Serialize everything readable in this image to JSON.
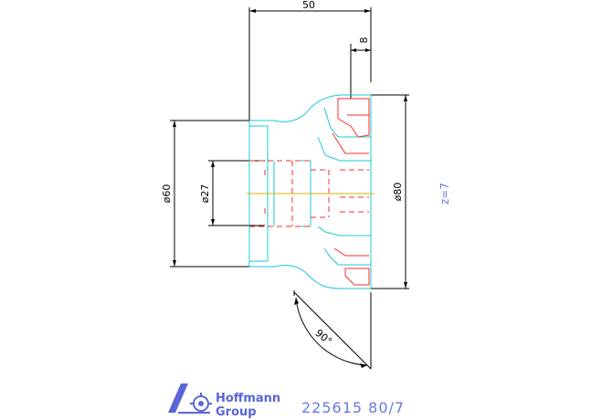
{
  "dimensions": {
    "overall_length": "50",
    "flange_width": "8",
    "diameter_60": "ø60",
    "diameter_27": "ø27",
    "diameter_80": "ø80",
    "teeth": "z=7",
    "angle": "90°"
  },
  "titleblock": {
    "brand_line1": "Hoffmann",
    "brand_line2": "Group",
    "part_code": "225615  80/7"
  },
  "colors": {
    "outline": "#18c8d8",
    "hidden_edges": "#ff2a2a",
    "dimension": "#000000",
    "center_axis": "#d8b000",
    "title_text": "#6a78e0"
  },
  "icons": {
    "logo": "hoffmann-logo-icon"
  }
}
